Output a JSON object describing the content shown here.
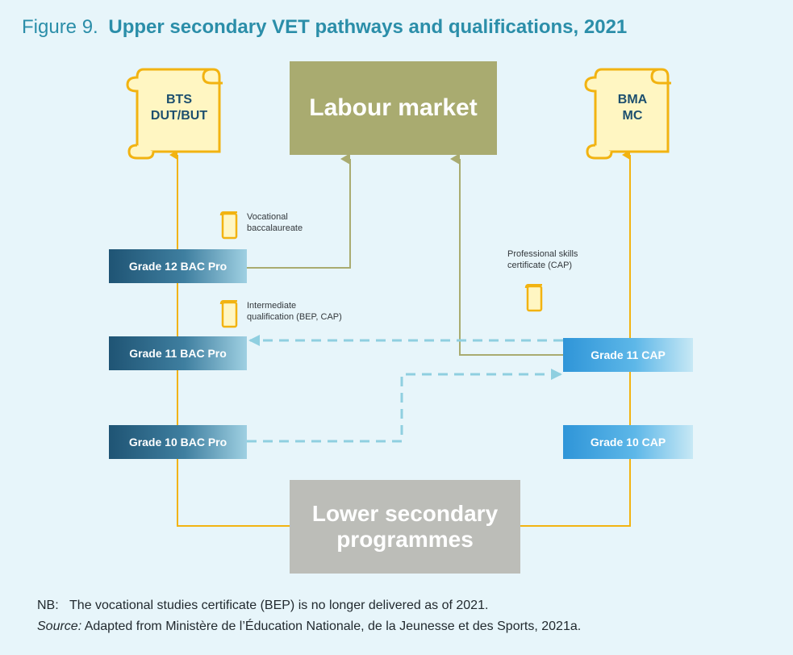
{
  "figure": {
    "number": "Figure 9.",
    "title": "Upper secondary VET pathways and qualifications, 2021"
  },
  "nodes": {
    "labour_market": "Labour market",
    "lower_secondary": [
      "Lower secondary",
      "programmes"
    ],
    "bts_scroll": [
      "BTS",
      "DUT/BUT"
    ],
    "bma_scroll": [
      "BMA",
      "MC"
    ],
    "grade12_bac": "Grade 12 BAC Pro",
    "grade11_bac": "Grade 11 BAC Pro",
    "grade10_bac": "Grade 10 BAC Pro",
    "grade11_cap": "Grade 11 CAP",
    "grade10_cap": "Grade 10 CAP"
  },
  "qualifications": {
    "vocational_bac": [
      "Vocational",
      "baccalaureate"
    ],
    "intermediate": [
      "Intermediate",
      "qualification (BEP, CAP)"
    ],
    "professional_skills": [
      "Professional skills",
      "certificate (CAP)"
    ]
  },
  "notes": {
    "nb_prefix": "NB:",
    "nb_text": "The vocational studies certificate (BEP) is no longer delivered as of 2021.",
    "source_prefix": "Source:",
    "source_text": "Adapted from Ministère de l’Éducation Nationale, de la Jeunesse et des Sports, 2021a."
  },
  "colors": {
    "background": "#e7f5fa",
    "title": "#2b8ea9",
    "solid_arrow_yellow": "#f2b311",
    "solid_arrow_olive": "#a9ab70",
    "dashed_arrow": "#8fcfe0",
    "scroll_fill": "#fff6c2",
    "scroll_border": "#f2b311"
  }
}
